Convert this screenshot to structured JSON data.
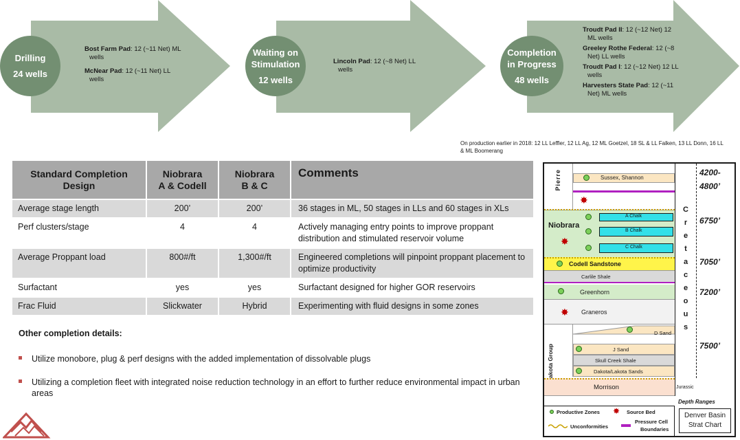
{
  "stages": [
    {
      "title": "Drilling",
      "count": "24 wells",
      "pads": [
        {
          "name": "Bost Farm Pad",
          "detail": ": 12 (~11 Net) ML",
          "cont": "wells"
        },
        {
          "name": "McNear Pad",
          "detail": ": 12 (~11 Net) LL",
          "cont": "wells"
        }
      ]
    },
    {
      "title_line1": "Waiting on",
      "title_line2": "Stimulation",
      "count": "12 wells",
      "pads": [
        {
          "name": "Lincoln Pad",
          "detail": ": 12 (~8 Net) LL",
          "cont": "wells"
        }
      ]
    },
    {
      "title_line1": "Completion",
      "title_line2": "in Progress",
      "count": "48 wells",
      "pads": [
        {
          "name": "Troudt Pad II",
          "detail": ": 12 (~12 Net)  12",
          "cont": "ML wells"
        },
        {
          "name": "Greeley Rothe Federal",
          "detail": ": 12 (~8",
          "cont": "Net) LL wells"
        },
        {
          "name": "Troudt Pad I",
          "detail": ": 12 (~12 Net)  12 LL",
          "cont": "wells"
        },
        {
          "name": "Harvesters State Pad",
          "detail": ": 12 (~11",
          "cont": "Net) ML wells"
        }
      ]
    }
  ],
  "production_note": "On production earlier in 2018: 12 LL Leffler, 12 LL Ag, 12 ML Goetzel, 18 SL & LL Falken, 13 LL Donn, 16 LL & ML Boomerang",
  "table": {
    "headers": [
      "Standard Completion Design",
      "Niobrara A & Codell",
      "Niobrara B & C",
      "Comments"
    ],
    "header_lines": {
      "h0a": "Standard Completion",
      "h0b": "Design",
      "h1a": "Niobrara",
      "h1b": "A & Codell",
      "h2a": "Niobrara",
      "h2b": "B & C",
      "h3": "Comments"
    },
    "rows": [
      {
        "label": "Average stage length",
        "a": "200’",
        "b": "200’",
        "comment": "36 stages in ML, 50 stages in LLs and 60 stages in XLs"
      },
      {
        "label": "Perf clusters/stage",
        "a": "4",
        "b": "4",
        "comment": "Actively managing entry points to improve proppant distribution and stimulated reservoir volume"
      },
      {
        "label": "Average Proppant load",
        "a": "800#/ft",
        "b": "1,300#/ft",
        "comment": "Engineered completions will pinpoint proppant placement to optimize productivity"
      },
      {
        "label": "Surfactant",
        "a": "yes",
        "b": "yes",
        "comment": "Surfactant designed for higher GOR reservoirs"
      },
      {
        "label": "Frac Fluid",
        "a": "Slickwater",
        "b": "Hybrid",
        "comment": "Experimenting with fluid designs in some zones"
      }
    ]
  },
  "other_details": {
    "title": "Other completion details:",
    "bullets": [
      "Utilize monobore, plug & perf designs with the added implementation of dissolvable plugs",
      "Utilizing a completion fleet with integrated noise reduction technology in an effort to further reduce environmental impact in urban areas"
    ]
  },
  "strat_chart": {
    "pierre": "Pierre",
    "sussex": "Sussex, Shannon",
    "niobrara": "Niobrara",
    "a_chalk": "A Chalk",
    "b_chalk": "B Chalk",
    "c_chalk": "C Chalk",
    "codell": "Codell Sandstone",
    "carlile": "Carlile Shale",
    "greenhorn": "Greenhorn",
    "graneros": "Graneros",
    "d_sand": "D Sand",
    "dakota_group_1": "Dakota",
    "dakota_group_2": "Group",
    "j_sand": "J Sand",
    "skull_creek": "Skull Creek  Shale",
    "dakota_lakota": "Dakota/Lakota Sands",
    "morrison": "Morrison",
    "jurassic": "Jurassic",
    "cretaceous": "Cretaceous",
    "depths": [
      "4200-",
      "4800’",
      "6750’",
      "7050’",
      "7200’",
      "7500’"
    ],
    "depth_ranges": "Depth Ranges",
    "legend": {
      "productive": "Productive Zones",
      "source": "Source Bed",
      "unconformities": "Unconformities",
      "pressure1": "Pressure Cell",
      "pressure2": "Boundaries"
    },
    "chart_title_1": "Denver Basin",
    "chart_title_2": "Strat Chart"
  },
  "colors": {
    "arrow": "#a9bba6",
    "circle": "#738f72",
    "table_header": "#a8a8a8",
    "table_stripe": "#d9d9d9",
    "bullet": "#c0504d",
    "chalk": "#33e0e8",
    "codell": "#fff44a",
    "pressure": "#b020c0",
    "niobrara_bg": "#d4ecc9"
  }
}
